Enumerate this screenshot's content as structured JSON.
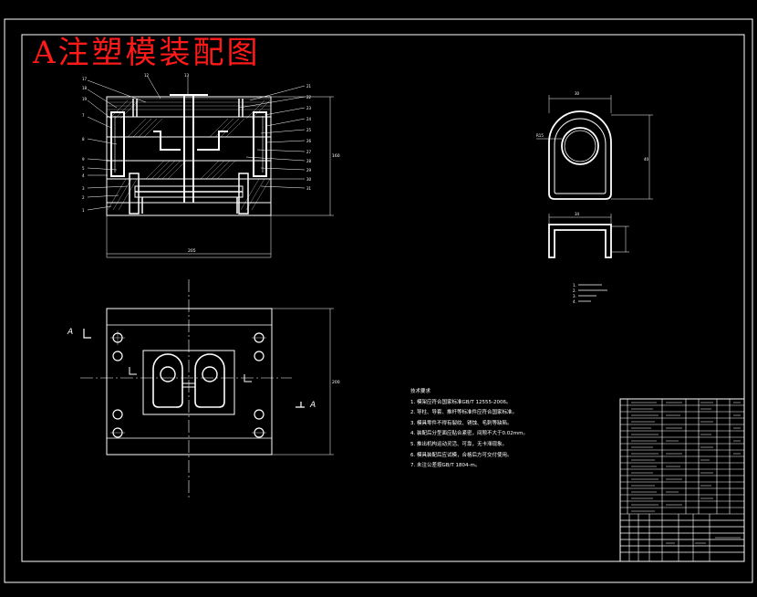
{
  "title": "A注塑模装配图",
  "section_mark": "A",
  "part_notes": [
    "1.",
    "2.",
    "3.",
    "4."
  ],
  "tech_notes": {
    "heading": "技术要求",
    "items": [
      "1. 模架应符合国家标准GB/T 12555-2006。",
      "2. 导柱、导套、推杆等标准件应符合国家标准。",
      "3. 模具零件不得有裂纹、锈蚀、毛刺等缺陷。",
      "4. 装配后分型面应贴合紧密，间隙不大于0.02mm。",
      "5. 推出机构运动灵活、可靠，无卡滞现象。",
      "6. 模具装配后应试模，合格后方可交付使用。",
      "7. 未注公差按GB/T 1804-m。"
    ]
  }
}
